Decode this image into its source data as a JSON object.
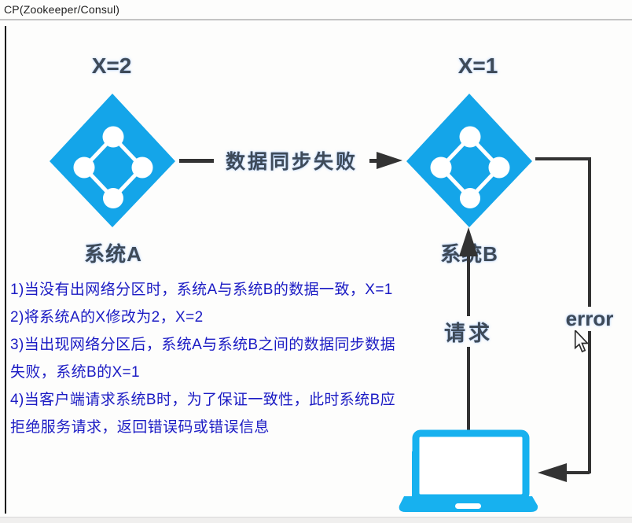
{
  "window": {
    "title": "CP(Zookeeper/Consul)"
  },
  "colors": {
    "node_blue": "#14a5e9",
    "laptop_blue": "#17b1ef",
    "arrow_color": "#333333",
    "note_text_blue": "#1b1bc4",
    "label_dark": "#3e4a58"
  },
  "diagram": {
    "system_a": {
      "value": "X=2",
      "label": "系统A",
      "icon": "cluster-nodes-icon"
    },
    "system_b": {
      "value": "X=1",
      "label": "系统B",
      "icon": "cluster-nodes-icon"
    },
    "sync_arrow": {
      "label": "数据同步失败",
      "direction": "a-to-b"
    },
    "request_arrow": {
      "label": "请求",
      "direction": "client-to-system-b"
    },
    "error_arrow": {
      "label": "error",
      "direction": "system-b-to-client"
    },
    "client": {
      "icon": "laptop-icon"
    },
    "cursor": {
      "icon": "mouse-cursor-icon"
    }
  },
  "notes": {
    "lines": [
      "1)当没有出网络分区时，系统A与系统B的数据一致，X=1",
      "2)将系统A的X修改为2，X=2",
      "3)当出现网络分区后，系统A与系统B之间的数据同步数据",
      "失败，系统B的X=1",
      "4)当客户端请求系统B时，为了保证一致性，此时系统B应",
      "拒绝服务请求，返回错误码或错误信息"
    ]
  }
}
